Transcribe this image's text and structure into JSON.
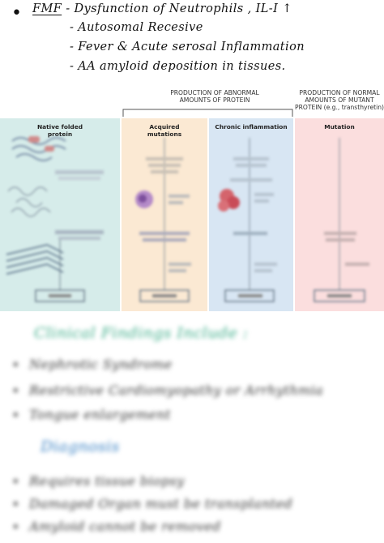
{
  "notes": {
    "line1_title": "FMF",
    "line1_rest": "- Dysfunction of Neutrophils  , IL-I ↑",
    "line2": "- Autosomal Recesive",
    "line3": "- Fever & Acute serosal Inflammation",
    "line4": "- AA amyloid deposition in tissues."
  },
  "figure": {
    "group_header": "PRODUCTION OF ABNORMAL\nAMOUNTS OF PROTEIN",
    "normal_header": "PRODUCTION OF NORMAL\nAMOUNTS OF MUTANT\nPROTEIN (e.g., transthyretin)",
    "columns": [
      {
        "title": "Native folded\nprotein",
        "color": "#d6ecea"
      },
      {
        "title": "Acquired\nmutations",
        "color": "#fbe9d3"
      },
      {
        "title": "Chronic inflammation",
        "color": "#d8e6f3"
      },
      {
        "title": "Mutation",
        "color": "#fbdede"
      }
    ]
  },
  "lower": {
    "heading1": "Clinical Findings Include :",
    "items1": [
      "Nephrotic Syndrome",
      "Restrictive Cardiomyopathy or Arrhythmia",
      "Tongue enlargement"
    ],
    "heading2": "Diagnosis",
    "items2": [
      "Requires tissue biopsy",
      "Damaged Organ must be transplanted",
      "Amyloid cannot be removed"
    ]
  }
}
